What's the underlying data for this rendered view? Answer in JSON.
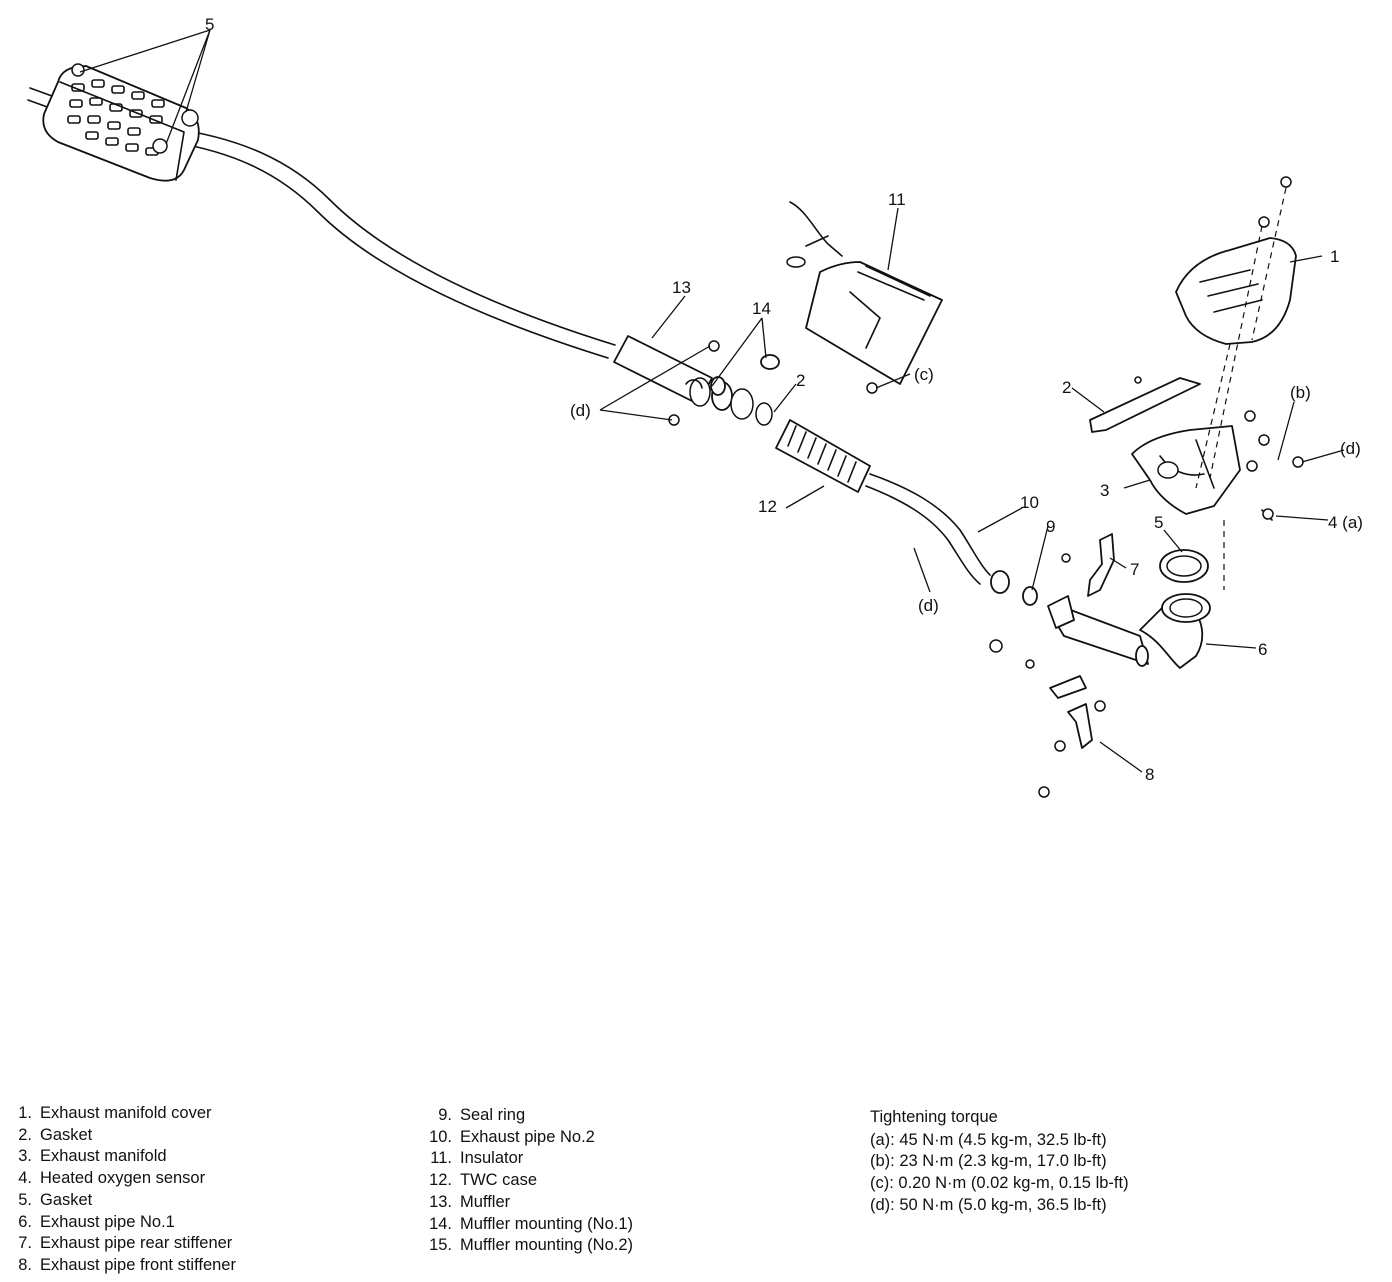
{
  "callouts": {
    "c1": "1",
    "c2a": "2",
    "c2b": "2",
    "c3": "3",
    "c4": "4 (a)",
    "c5a": "5",
    "c5b": "5",
    "c6": "6",
    "c7": "7",
    "c8": "8",
    "c9": "9",
    "c10": "10",
    "c11": "11",
    "c12": "12",
    "c13": "13",
    "c14": "14",
    "ta": "(b)",
    "tc": "(c)",
    "td1": "(d)",
    "td2": "(d)",
    "td3": "(d)"
  },
  "legend_left": [
    {
      "num": "1.",
      "label": "Exhaust manifold cover"
    },
    {
      "num": "2.",
      "label": "Gasket"
    },
    {
      "num": "3.",
      "label": "Exhaust manifold"
    },
    {
      "num": "4.",
      "label": "Heated oxygen sensor"
    },
    {
      "num": "5.",
      "label": "Gasket"
    },
    {
      "num": "6.",
      "label": "Exhaust pipe No.1"
    },
    {
      "num": "7.",
      "label": "Exhaust pipe rear stiffener"
    },
    {
      "num": "8.",
      "label": "Exhaust pipe front stiffener"
    }
  ],
  "legend_mid": [
    {
      "num": "9.",
      "label": "Seal ring"
    },
    {
      "num": "10.",
      "label": "Exhaust pipe No.2"
    },
    {
      "num": "11.",
      "label": "Insulator"
    },
    {
      "num": "12.",
      "label": "TWC case"
    },
    {
      "num": "13.",
      "label": "Muffler"
    },
    {
      "num": "14.",
      "label": "Muffler mounting (No.1)"
    },
    {
      "num": "15.",
      "label": "Muffler mounting (No.2)"
    }
  ],
  "torque": {
    "title": "Tightening torque",
    "items": [
      "(a): 45 N·m (4.5 kg-m, 32.5 lb-ft)",
      "(b): 23 N·m (2.3 kg-m, 17.0 lb-ft)",
      "(c): 0.20 N·m (0.02 kg-m, 0.15 lb-ft)",
      "(d): 50 N·m (5.0 kg-m, 36.5 lb-ft)"
    ]
  }
}
